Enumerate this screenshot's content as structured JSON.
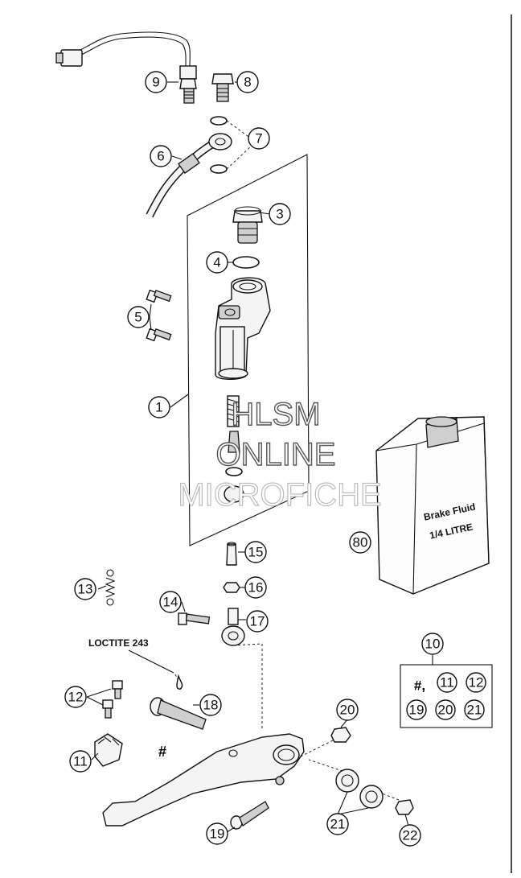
{
  "watermark": {
    "line1": "HLSM",
    "line2": "ONLINE",
    "line3": "MICROFICHE"
  },
  "labels": {
    "loctite": "LOCTITE 243",
    "hash": "#"
  },
  "bottle": {
    "line1": "Brake Fluid",
    "line2": "1/4 LITRE"
  },
  "kit": {
    "row1_prefix": "#,",
    "row1": [
      "11",
      "12"
    ],
    "row2": [
      "19",
      "20",
      "21"
    ]
  },
  "callouts": {
    "c1": "1",
    "c3": "3",
    "c4": "4",
    "c5": "5",
    "c6": "6",
    "c7": "7",
    "c8": "8",
    "c9": "9",
    "c10": "10",
    "c11": "11",
    "c12": "12",
    "c13": "13",
    "c14": "14",
    "c15": "15",
    "c16": "16",
    "c17": "17",
    "c18": "18",
    "c19": "19",
    "c20": "20",
    "c21": "21",
    "c22": "22",
    "c80": "80"
  }
}
